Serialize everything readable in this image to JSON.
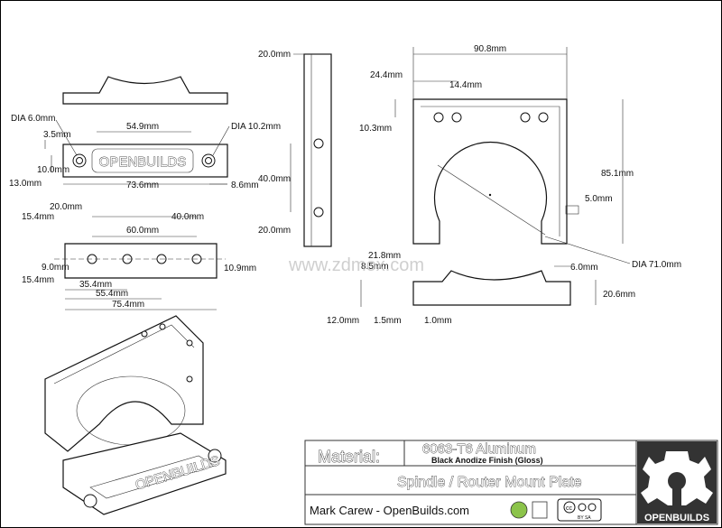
{
  "dims": {
    "dia_6": "DIA 6.0mm",
    "d_3_5": "3.5mm",
    "d_10_0": "10.0mm",
    "d_13_0": "13.0mm",
    "d_54_9": "54.9mm",
    "dia_10_2": "DIA 10.2mm",
    "d_73_6": "73.6mm",
    "d_8_6": "8.6mm",
    "d_20_0a": "20.0mm",
    "d_15_4a": "15.4mm",
    "d_40_0a": "40.0mm",
    "d_60_0": "60.0mm",
    "d_9_0": "9.0mm",
    "d_15_4b": "15.4mm",
    "d_35_4": "35.4mm",
    "d_55_4": "55.4mm",
    "d_75_4": "75.4mm",
    "d_10_9": "10.9mm",
    "d_20_0top": "20.0mm",
    "d_40_0side": "40.0mm",
    "d_20_0side": "20.0mm",
    "d_90_8": "90.8mm",
    "d_24_4": "24.4mm",
    "d_14_4": "14.4mm",
    "d_10_3": "10.3mm",
    "d_85_1": "85.1mm",
    "d_5_0": "5.0mm",
    "dia_71": "DIA 71.0mm",
    "d_21_8": "21.8mm",
    "d_8_5": "8.5mm",
    "d_6_0": "6.0mm",
    "d_20_6": "20.6mm",
    "d_12_0": "12.0mm",
    "d_1_5": "1.5mm",
    "d_1_0": "1.0mm"
  },
  "plate_text": "OPENBUILDS",
  "watermark": "www.zdmox.com",
  "title_block": {
    "material_label": "Material:",
    "material_value": "6063-T6 Aluminum",
    "finish": "Black Anodize Finish (Gloss)",
    "part_name": "Spindle / Router Mount Plate",
    "author": "Mark Carew - OpenBuilds.com",
    "logo_text": "OPENBUILDS",
    "cc_badge": "cc",
    "license_small": "BY  SA"
  },
  "colors": {
    "logo_bg": "#333333",
    "badge_green": "#8bc34a"
  }
}
